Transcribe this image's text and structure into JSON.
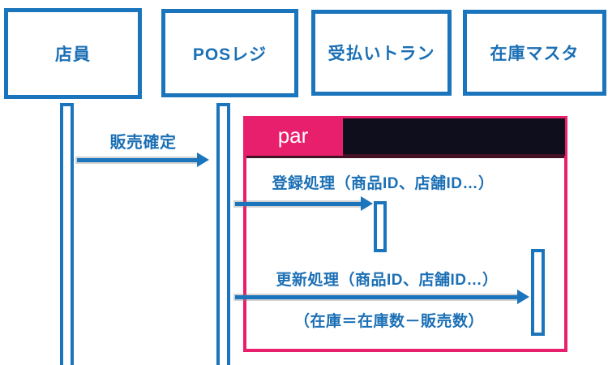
{
  "diagram": {
    "type": "uml-sequence-diagram",
    "colors": {
      "blue": "#1b75bc",
      "text_blue": "#1b6fb5",
      "pink": "#e81f6d",
      "header_dark": "#0e0e1c",
      "header_underline": "#431226",
      "background": "#ffffff",
      "par_label_text": "#ffffff"
    },
    "actors": [
      {
        "label": "店員"
      },
      {
        "label": "POSレジ"
      },
      {
        "label": "受払いトラン"
      },
      {
        "label": "在庫マスタ"
      }
    ],
    "fragment": {
      "operator": "par"
    },
    "messages": {
      "m1": {
        "label": "販売確定",
        "from": "店員",
        "to": "POSレジ"
      },
      "m2": {
        "label": "登録処理（商品ID、店舗ID…）",
        "from": "POSレジ",
        "to": "受払いトラン"
      },
      "m3": {
        "label": "更新処理（商品ID、店舗ID…）",
        "note": "（在庫＝在庫数－販売数）",
        "from": "POSレジ",
        "to": "在庫マスタ"
      }
    }
  }
}
